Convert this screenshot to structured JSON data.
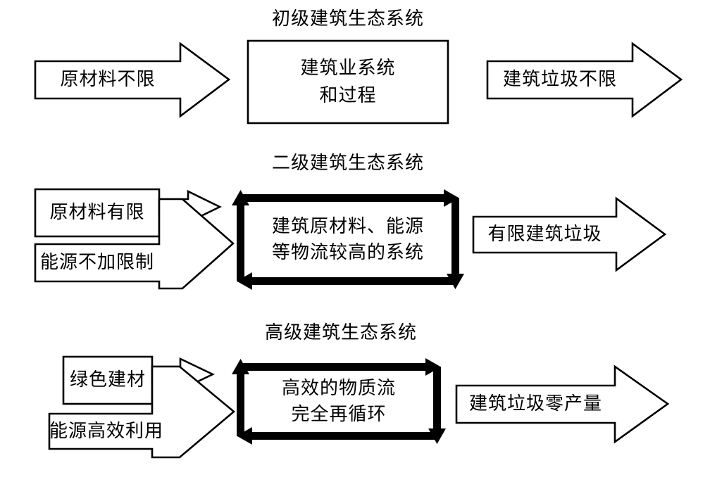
{
  "figure": {
    "type": "diagram",
    "subject": "建筑生态系统三级演进示意图",
    "background_color": "#ffffff",
    "line_color": "#000000"
  },
  "sections": [
    {
      "id": "primary",
      "title": "初级建筑生态系统",
      "input_arrows": [
        {
          "label": "原材料不限",
          "style": "large-hollow-arrow"
        }
      ],
      "center": {
        "shape": "rectangle",
        "lines": [
          "建筑业系统",
          "和过程"
        ]
      },
      "output_arrows": [
        {
          "label": "建筑垃圾不限",
          "style": "large-hollow-arrow"
        }
      ]
    },
    {
      "id": "secondary",
      "title": "二级建筑生态系统",
      "input_arrows": [
        {
          "label": "原材料有限",
          "style": "box-with-slim-arrow"
        },
        {
          "label": "能源不加限制",
          "style": "large-hollow-arrow"
        }
      ],
      "center": {
        "shape": "clockwise-cycle",
        "lines": [
          "建筑原材料、能源",
          "等物流较高的系统"
        ]
      },
      "output_arrows": [
        {
          "label": "有限建筑垃圾",
          "style": "large-hollow-arrow"
        }
      ]
    },
    {
      "id": "advanced",
      "title": "高级建筑生态系统",
      "input_arrows": [
        {
          "label": "绿色建材",
          "style": "box-with-slim-arrow"
        },
        {
          "label": "能源高效利用",
          "style": "large-hollow-arrow"
        }
      ],
      "center": {
        "shape": "clockwise-cycle",
        "lines": [
          "高效的物质流",
          "完全再循环"
        ]
      },
      "output_arrows": [
        {
          "label": "建筑垃圾零产量",
          "style": "large-hollow-arrow"
        }
      ]
    }
  ]
}
